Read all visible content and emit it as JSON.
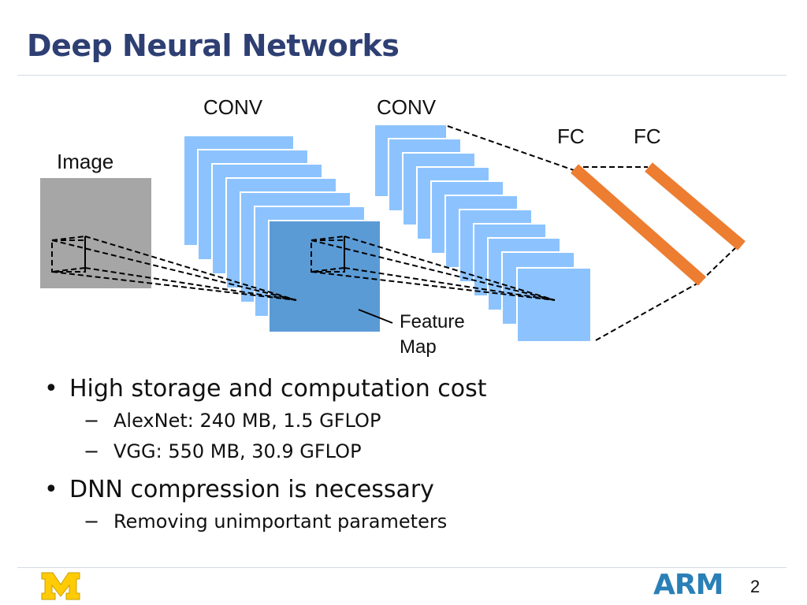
{
  "slide": {
    "title": "Deep Neural Networks",
    "page_number": "2"
  },
  "diagram": {
    "labels": {
      "image": "Image",
      "conv1": "CONV",
      "conv2": "CONV",
      "fc1": "FC",
      "fc2": "FC",
      "feature_map_line1": "Feature",
      "feature_map_line2": "Map"
    },
    "colors": {
      "image_gray": "#a6a6a6",
      "conv_light_blue": "#8cc3ff",
      "feature_map_blue": "#5b9bd5",
      "fc_orange": "#ed7d31",
      "dashed_line": "#000000"
    }
  },
  "bullets": [
    {
      "text": "High storage and computation cost",
      "sub": [
        "AlexNet: 240 MB, 1.5 GFLOP",
        "VGG: 550 MB, 30.9 GFLOP"
      ]
    },
    {
      "text": "DNN compression is necessary",
      "sub": [
        "Removing unimportant parameters"
      ]
    }
  ],
  "bullet_glyph": "•",
  "dash_glyph": "−",
  "footer": {
    "university_logo": "block-m-logo",
    "company_logo": "ARM"
  },
  "theme": {
    "title_color": "#2e3f73",
    "rule_color": "#d5dbe6",
    "arm_blue": "#2a7fb7",
    "michigan_maize": "#ffcb05"
  }
}
